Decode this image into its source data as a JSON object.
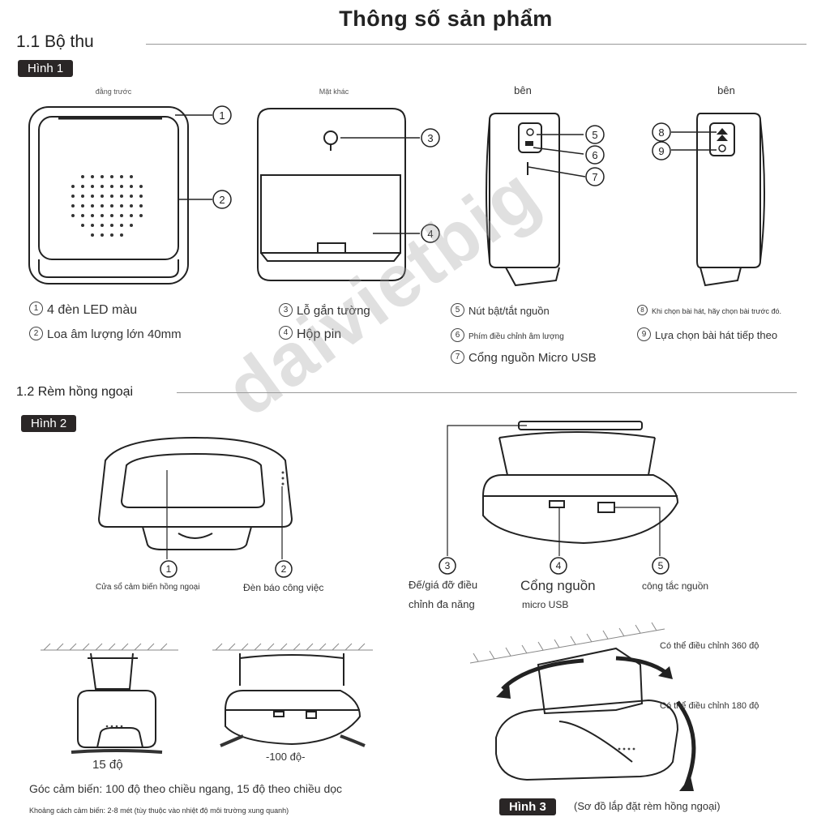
{
  "title": "Thông số sản phẩm",
  "section1": {
    "heading": "1.1 Bộ thu",
    "figure_tag": "Hình 1",
    "views": [
      "đằng trước",
      "Mặt khác",
      "bên",
      "bên"
    ],
    "callouts": [
      "1",
      "2",
      "3",
      "4",
      "5",
      "6",
      "7",
      "8",
      "9"
    ],
    "legend": [
      {
        "num": "1",
        "text": "4 đèn LED màu"
      },
      {
        "num": "2",
        "text": "Loa âm lượng lớn 40mm"
      },
      {
        "num": "3",
        "text": "Lỗ gắn tường"
      },
      {
        "num": "4",
        "text": "Hộp pin"
      },
      {
        "num": "5",
        "text": "Nút bật/tắt nguồn"
      },
      {
        "num": "6",
        "text": "Phím điều chỉnh âm lượng"
      },
      {
        "num": "7",
        "text": "Cổng nguồn Micro USB"
      },
      {
        "num": "8",
        "text": "Khi chọn bài hát, hãy chọn bài trước đó."
      },
      {
        "num": "9",
        "text": "Lựa chọn bài hát tiếp theo"
      }
    ]
  },
  "section2": {
    "heading": "1.2 Rèm hồng ngoại",
    "figure_tag": "Hình 2",
    "callouts": [
      "1",
      "2",
      "3",
      "4",
      "5"
    ],
    "labels": {
      "window": "Cửa sổ cảm biến hồng ngoại",
      "indicator": "Đèn báo công việc",
      "bracket_line1": "Đế/giá đỡ điều",
      "bracket_line2": "chỉnh đa năng",
      "port_line1": "Cổng nguồn",
      "port_line2": "micro USB",
      "switch": "công tắc nguồn"
    },
    "angle_vertical": "15 độ",
    "angle_horizontal": "-100 độ-",
    "sensing_angle": "Góc cảm biến: 100 độ theo chiều ngang, 15 độ theo chiều dọc",
    "distance": "Khoảng cách cảm biến: 2-8 mét (tùy thuộc vào nhiệt độ môi trường xung quanh)",
    "rotate_360": "Có thể điều chỉnh 360 độ",
    "rotate_180": "Có thể điều chỉnh 180 độ",
    "figure3_tag": "Hình 3",
    "figure3_caption": "(Sơ đồ lắp đặt rèm hồng ngoại)"
  },
  "watermark": "daivietbig"
}
